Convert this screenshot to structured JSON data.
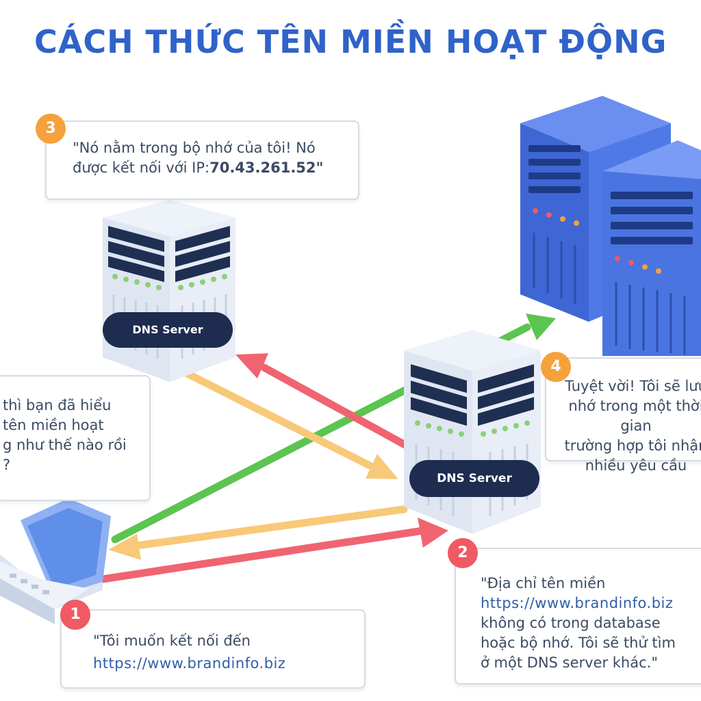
{
  "title": "CÁCH THỨC TÊN MIỀN HOẠT ĐỘNG",
  "servers": {
    "dns_top_label": "DNS Server",
    "dns_mid_label": "DNS Server"
  },
  "steps": [
    {
      "number": "1",
      "line1": "\"Tôi muốn kết nối đến",
      "url": "https://www.brandinfo.biz"
    },
    {
      "number": "2",
      "line1": "\"Địa chỉ tên miền",
      "url": "https://www.brandinfo.biz",
      "line3": "không có trong database",
      "line4": "hoặc bộ nhớ. Tôi sẽ thử tìm",
      "line5": "ở một DNS server khác.\""
    },
    {
      "number": "3",
      "line1": "\"Nó nằm trong bộ nhớ của tôi! Nó",
      "line2_prefix": "được kết nối với IP:",
      "ip": "70.43.261.52\""
    },
    {
      "number": "4",
      "line1": "Tuyệt vời! Tôi sẽ lưu",
      "line2": "nhớ trong một thời gian",
      "line3": "trường hợp tôi nhận",
      "line4": "nhiều yêu cầu"
    }
  ],
  "left_note": {
    "line1": "thì bạn đã hiểu",
    "line2": "tên miền hoạt",
    "line3": "g như thế nào rồi",
    "line4": "?"
  },
  "colors": {
    "title": "#2f63c9",
    "badge_orange": "#f5a13c",
    "badge_red": "#ef5a64",
    "arrow_red": "#ef6470",
    "arrow_yellow": "#f7c978",
    "arrow_green": "#5cc450",
    "server_blue": "#4a74e0",
    "pill": "#1d2c4f"
  }
}
